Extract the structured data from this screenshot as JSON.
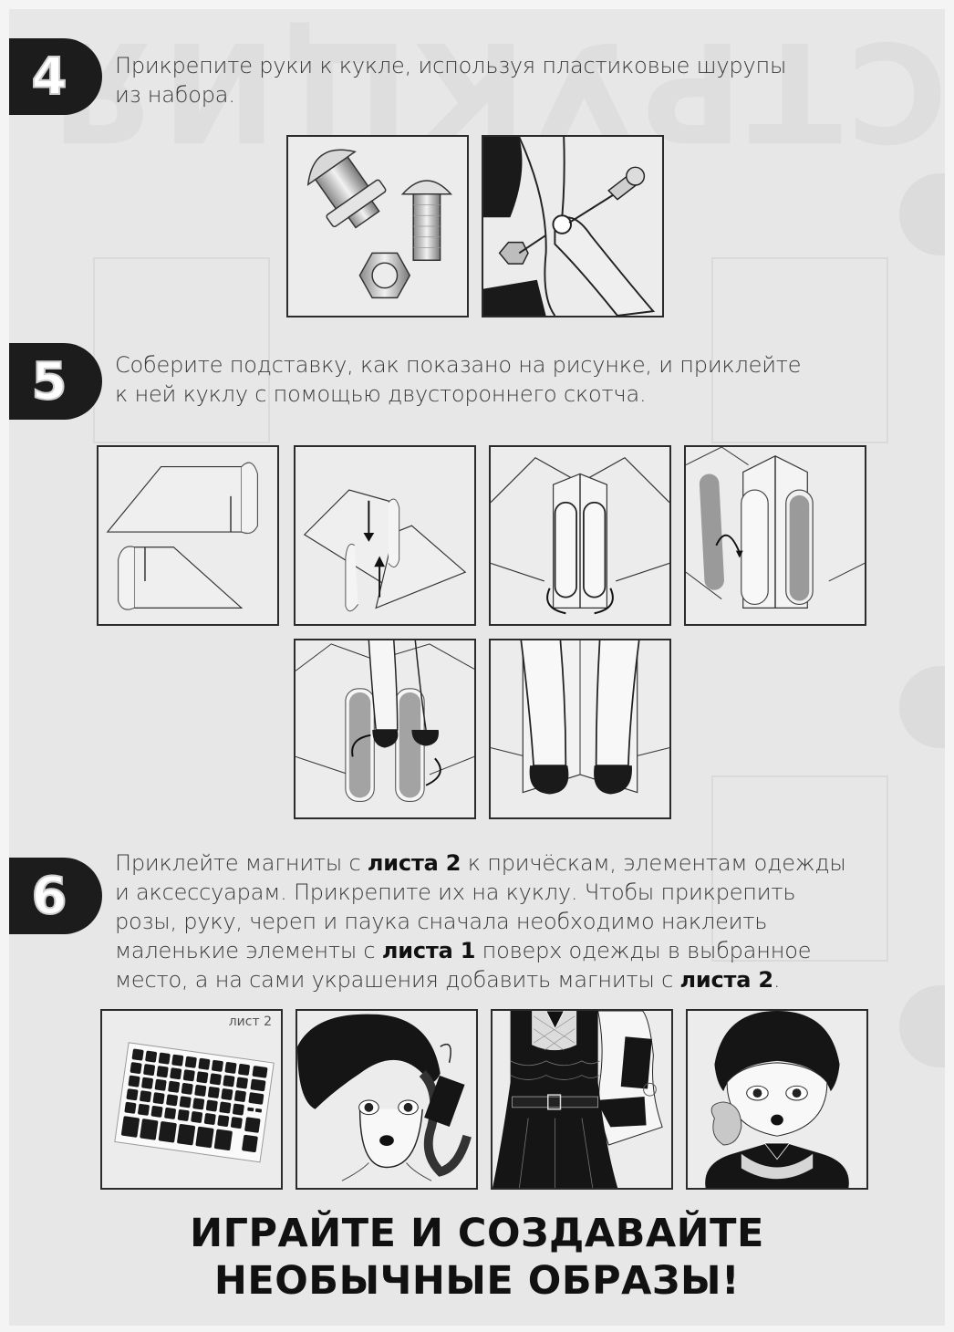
{
  "background_watermark": "ИНСТРУКЦИЯ",
  "steps": [
    {
      "number": "4",
      "text": "Прикрепите руки к кукле, используя пластиковые шурупы из набора.",
      "line1": "Прикрепите руки к кукле, используя пластиковые шурупы",
      "line2": "из набора.",
      "panels": [
        {
          "name": "screws-and-nut",
          "icon": "screw-bolt-nut-illustration"
        },
        {
          "name": "arm-attachment",
          "icon": "arm-screw-attachment-illustration"
        }
      ]
    },
    {
      "number": "5",
      "line1": "Соберите подставку, как показано на рисунке, и приклейте",
      "line2": "к ней куклу с помощью двустороннего скотча.",
      "panels": [
        {
          "name": "stand-parts",
          "icon": "stand-pieces-illustration"
        },
        {
          "name": "stand-slot-join",
          "icon": "stand-slot-arrows-illustration"
        },
        {
          "name": "stand-fold",
          "icon": "stand-fold-arrows-illustration"
        },
        {
          "name": "tape-apply",
          "icon": "double-sided-tape-illustration"
        },
        {
          "name": "feet-on-stand",
          "icon": "doll-feet-tape-illustration"
        },
        {
          "name": "doll-standing",
          "icon": "doll-feet-attached-illustration"
        }
      ]
    },
    {
      "number": "6",
      "line1_pre": "Приклейте магниты с ",
      "line1_bold": "листа 2",
      "line1_post": " к причёскам, элементам одежды",
      "line2": "и аксессуарам. Прикрепите их на куклу. Чтобы прикрепить",
      "line3": "розы, руку, череп и паука сначала необходимо наклеить",
      "line4_pre": "маленькие элементы с ",
      "line4_bold": "листа 1",
      "line4_post": " поверх одежды в выбранное",
      "line5_pre": "место, а на сами украшения добавить магниты с ",
      "line5_bold": "листа 2",
      "line5_post": ".",
      "panels": [
        {
          "name": "magnet-sheet",
          "label": "лист 2",
          "icon": "magnet-sheet-illustration"
        },
        {
          "name": "hairstyle-magnet",
          "icon": "doll-braid-hairstyle-illustration"
        },
        {
          "name": "dress-magnet",
          "icon": "doll-dress-illustration"
        },
        {
          "name": "hand-accessory",
          "icon": "doll-hand-accessory-illustration"
        }
      ]
    }
  ],
  "slogan": {
    "line1": "ИГРАЙТЕ И СОЗДАВАЙТЕ",
    "line2": "НЕОБЫЧНЫЕ ОБРАЗЫ!"
  },
  "colors": {
    "page": "#e7e7e7",
    "badge": "#1c1c1c",
    "text": "#3a3a3a",
    "tape": "#9a9a9a"
  }
}
